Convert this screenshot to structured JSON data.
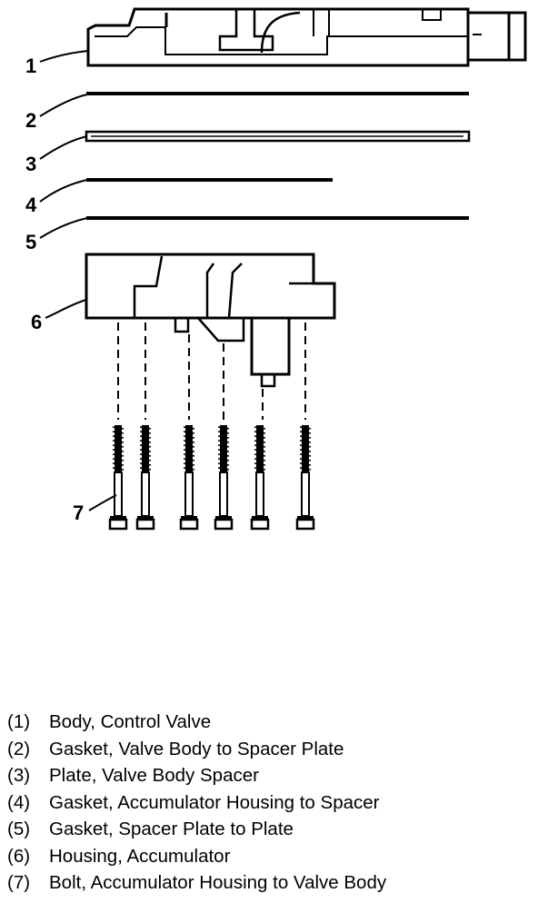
{
  "callouts": {
    "c1": "1",
    "c2": "2",
    "c3": "3",
    "c4": "4",
    "c5": "5",
    "c6": "6",
    "c7": "7"
  },
  "legend": [
    {
      "num": "(1)",
      "text": "Body, Control Valve"
    },
    {
      "num": "(2)",
      "text": "Gasket, Valve Body to Spacer Plate"
    },
    {
      "num": "(3)",
      "text": "Plate, Valve Body Spacer"
    },
    {
      "num": "(4)",
      "text": "Gasket, Accumulator Housing to Spacer"
    },
    {
      "num": "(5)",
      "text": "Gasket, Spacer Plate to Plate"
    },
    {
      "num": "(6)",
      "text": "Housing, Accumulator"
    },
    {
      "num": "(7)",
      "text": "Bolt, Accumulator Housing to Valve Body"
    }
  ]
}
